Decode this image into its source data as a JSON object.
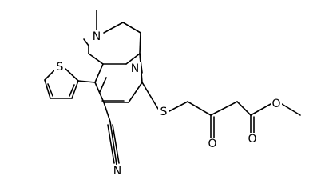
{
  "atoms": {
    "N_ring": "N",
    "N_methyl": "N",
    "S_thiophene": "S",
    "S_thioether": "S",
    "O_ketone": "O",
    "O_carbonyl": "O",
    "O_ester": "O",
    "N_nitrile": "N"
  },
  "colors": {
    "ink": "#000000",
    "background": "#ffffff"
  }
}
